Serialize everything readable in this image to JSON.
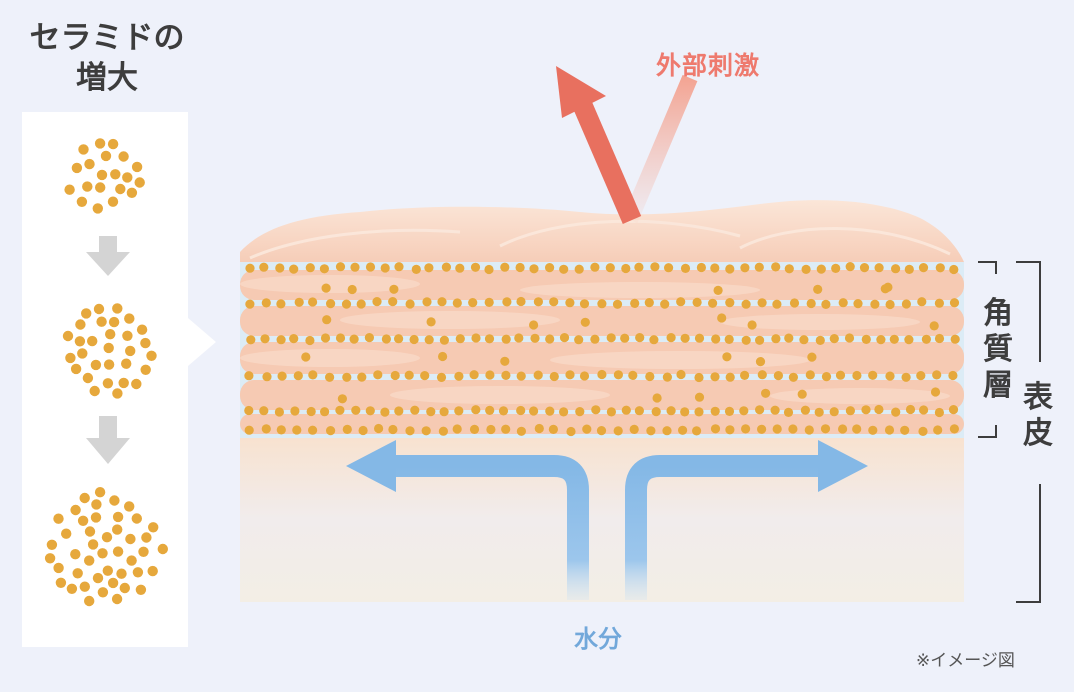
{
  "title": {
    "line1": "セラミドの",
    "line2": "増大"
  },
  "labels": {
    "external_stimulus": "外部刺激",
    "water": "水分",
    "stratum_corneum": [
      "角",
      "質",
      "層"
    ],
    "epidermis": [
      "表",
      "皮"
    ]
  },
  "note": "※イメージ図",
  "colors": {
    "background": "#eef1fa",
    "ceramide_dot": "#e6a83c",
    "skin_layer": "#f7cdb7",
    "stimulus_arrow": "#e8705f",
    "water_arrow": "#84b8e6",
    "text": "#3d3d3d"
  },
  "ceramide_stages": [
    {
      "stage": "small",
      "dot_count": 20
    },
    {
      "stage": "medium",
      "dot_count": 31
    },
    {
      "stage": "large",
      "dot_count": 44
    }
  ],
  "icons": [
    "arrow-down-icon",
    "arrow-down-icon"
  ]
}
